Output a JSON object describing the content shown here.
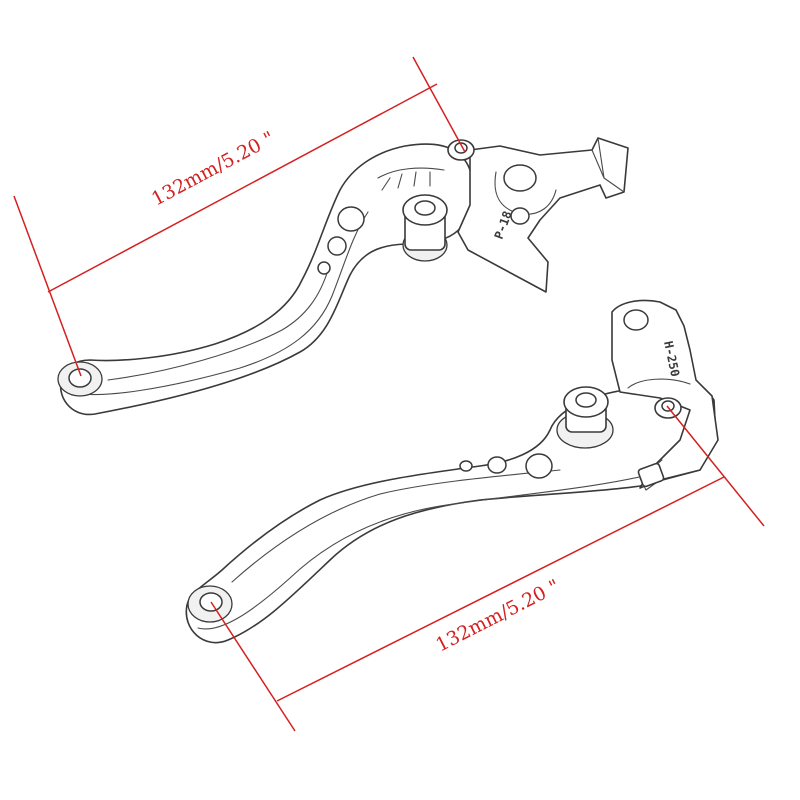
{
  "dimensions": {
    "upper_lever": {
      "label": "132mm/5.20 \""
    },
    "lower_lever": {
      "label": "132mm/5.20 \""
    }
  },
  "part_markings": {
    "upper_lever_code": "P-18",
    "lower_lever_code": "H-250"
  },
  "colors": {
    "dimension_line": "#d42020",
    "outline": "#3a3a3a",
    "background": "#ffffff"
  }
}
